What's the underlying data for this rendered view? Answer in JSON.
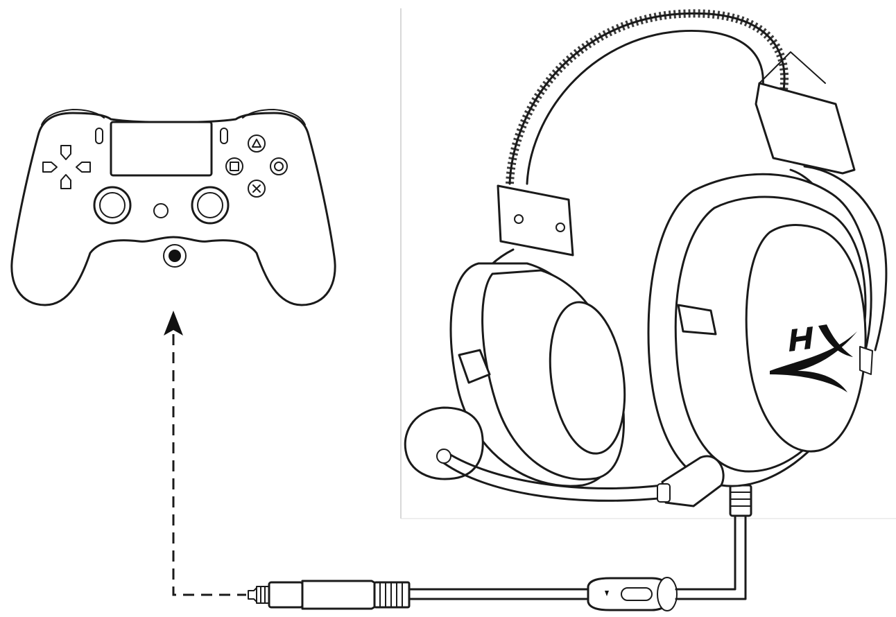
{
  "diagram": {
    "colors": {
      "line": "#1a1a1a",
      "background": "#ffffff",
      "divider": "#cccccc"
    },
    "nodes": [
      {
        "id": "controller",
        "icon": "game-controller-icon"
      },
      {
        "id": "headset",
        "icon": "headset-icon"
      },
      {
        "id": "plug",
        "icon": "audio-plug-icon"
      }
    ],
    "edges": [
      {
        "from": "plug",
        "to": "controller",
        "style": "dashed",
        "arrow": "end"
      },
      {
        "from": "headset",
        "to": "plug",
        "style": "solid-cable"
      }
    ]
  }
}
